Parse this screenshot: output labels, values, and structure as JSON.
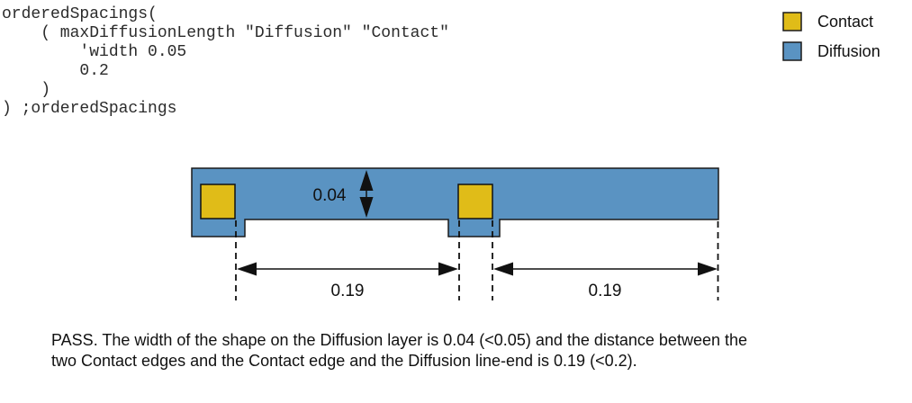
{
  "code_block": {
    "text": "orderedSpacings(\n    ( maxDiffusionLength \"Diffusion\" \"Contact\"\n        'width 0.05\n        0.2\n    )\n) ;orderedSpacings"
  },
  "legend": {
    "items": [
      {
        "label": "Contact",
        "color": "#E0BC18"
      },
      {
        "label": "Diffusion",
        "color": "#5A93C2"
      }
    ]
  },
  "diagram": {
    "colors": {
      "contact": "#E0BC18",
      "diffusion": "#5A93C2",
      "outline": "#1a1a1a"
    },
    "width_label": "0.04",
    "spacing_labels": [
      "0.19",
      "0.19"
    ]
  },
  "result_text": {
    "lines": [
      "PASS. The width of the shape on the Diffusion layer is 0.04 (<0.05) and the distance between the",
      "two Contact edges and the Contact edge and the Diffusion line-end is 0.19 (<0.2)."
    ]
  }
}
